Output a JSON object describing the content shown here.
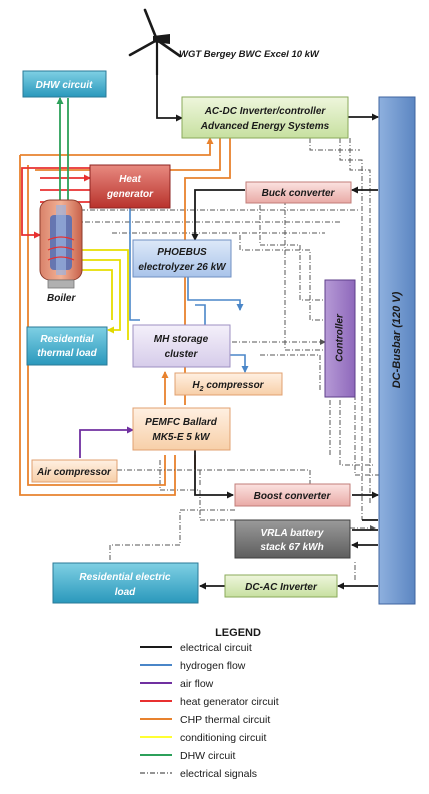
{
  "turbine": {
    "label": "WGT Bergey BWC Excel 10 kW"
  },
  "blocks": {
    "dhw": {
      "label": "DHW circuit"
    },
    "inverter_controller": {
      "line1": "AC-DC Inverter/controller",
      "line2": "Advanced Energy Systems"
    },
    "heat_generator": {
      "line1": "Heat",
      "line2": "generator"
    },
    "buck_converter": {
      "label": "Buck converter"
    },
    "electrolyzer": {
      "line1": "PHOEBUS",
      "line2": "electrolyzer 26 kW"
    },
    "boiler": {
      "label": "Boiler"
    },
    "residential_thermal": {
      "line1": "Residential",
      "line2": "thermal load"
    },
    "mh_storage": {
      "line1": "MH storage",
      "line2": "cluster"
    },
    "controller": {
      "label": "Controller"
    },
    "h2_compressor": {
      "prefix": "H",
      "sub": "2",
      "suffix": " compressor"
    },
    "pemfc": {
      "line1": "PEMFC Ballard",
      "line2": "MK5-E 5 kW"
    },
    "air_compressor": {
      "label": "Air compressor"
    },
    "boost_converter": {
      "label": "Boost converter"
    },
    "battery": {
      "line1": "VRLA battery",
      "line2": "stack 67 kWh"
    },
    "residential_electric": {
      "line1": "Residential electric",
      "line2": "load"
    },
    "dc_ac_inverter": {
      "label": "DC-AC Inverter"
    },
    "dc_busbar": {
      "label": "DC-Busbar (120 V)"
    }
  },
  "legend": {
    "title": "LEGEND",
    "items": [
      {
        "label": "electrical circuit",
        "color": "#1a1a1a",
        "style": "solid"
      },
      {
        "label": "hydrogen flow",
        "color": "#4a86c8",
        "style": "solid"
      },
      {
        "label": "air flow",
        "color": "#7030a0",
        "style": "solid"
      },
      {
        "label": "heat generator circuit",
        "color": "#e83030",
        "style": "solid"
      },
      {
        "label": "CHP thermal circuit",
        "color": "#e8822e",
        "style": "solid"
      },
      {
        "label": "conditioning circuit",
        "color": "#ffff33",
        "style": "solid"
      },
      {
        "label": "DHW circuit",
        "color": "#2ca05a",
        "style": "solid"
      },
      {
        "label": "electrical signals",
        "color": "#555555",
        "style": "dash-dot"
      }
    ]
  }
}
